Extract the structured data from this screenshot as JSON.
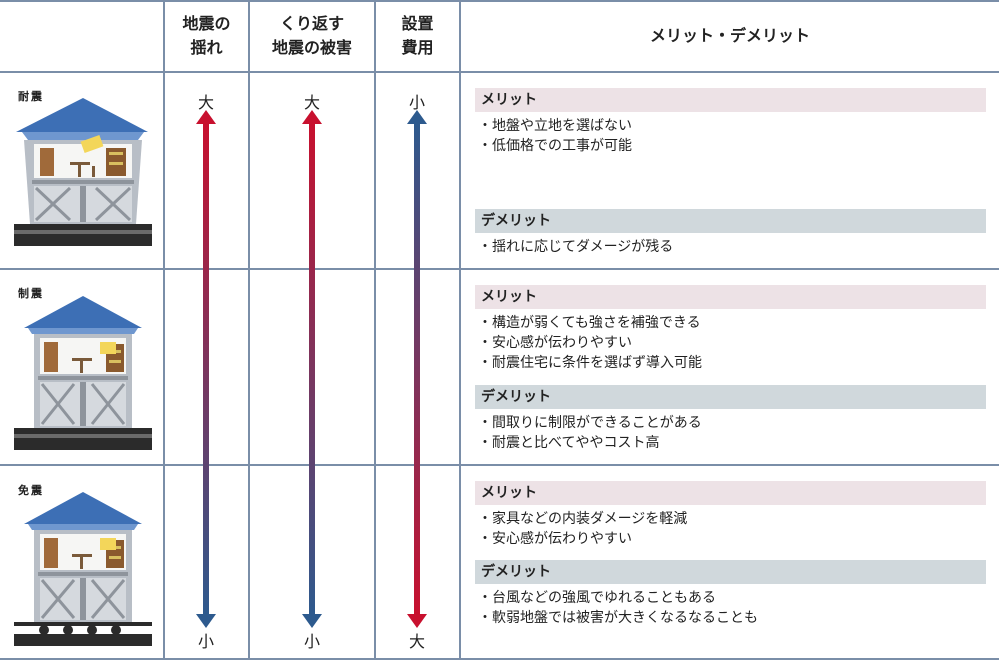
{
  "header": {
    "col1": "地震の\n揺れ",
    "col2": "くり返す\n地震の被害",
    "col3": "設置\n費用",
    "col4": "メリット・デメリット"
  },
  "rows": [
    {
      "label": "耐震",
      "merit_title": "メリット",
      "merits": [
        "・地盤や立地を選ばない",
        "・低価格での工事が可能"
      ],
      "demerit_title": "デメリット",
      "demerits": [
        "・揺れに応じてダメージが残る"
      ]
    },
    {
      "label": "制震",
      "merit_title": "メリット",
      "merits": [
        "・構造が弱くても強さを補強できる",
        "・安心感が伝わりやすい",
        "・耐震住宅に条件を選ばず導入可能"
      ],
      "demerit_title": "デメリット",
      "demerits": [
        "・間取りに制限ができることがある",
        "・耐震と比べてややコスト高"
      ]
    },
    {
      "label": "免震",
      "merit_title": "メリット",
      "merits": [
        "・家具などの内装ダメージを軽減",
        "・安心感が伝わりやすい"
      ],
      "demerit_title": "デメリット",
      "demerits": [
        "・台風などの強風でゆれることもある",
        "・軟弱地盤では被害が大きくなるなることも"
      ]
    }
  ],
  "arrows": {
    "shaking": {
      "top": "大",
      "bottom": "小",
      "top_color": "#c8102e",
      "bottom_color": "#2d5a8e"
    },
    "damage": {
      "top": "大",
      "bottom": "小",
      "top_color": "#c8102e",
      "bottom_color": "#2d5a8e"
    },
    "cost": {
      "top": "小",
      "bottom": "大",
      "top_color": "#2d5a8e",
      "bottom_color": "#c8102e"
    }
  },
  "icons": [
    "house-seismic-icon",
    "house-damping-icon",
    "house-isolation-icon"
  ],
  "colors": {
    "grid": "#7a8ea8",
    "merit_band": "#ede2e6",
    "demerit_band": "#d0d8dc",
    "roof": "#3d6fb5"
  }
}
